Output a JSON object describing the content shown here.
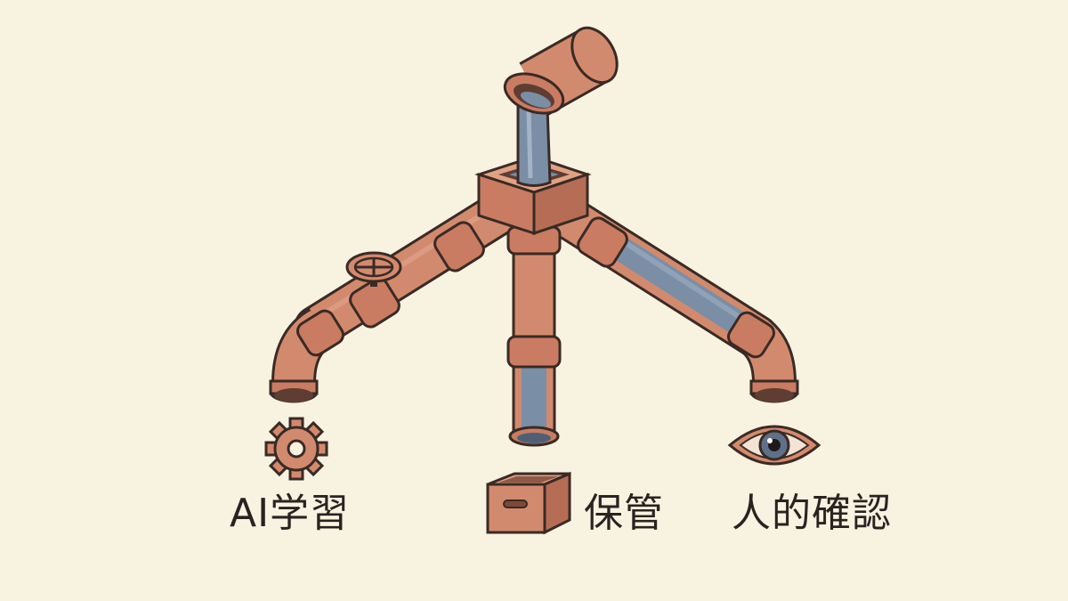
{
  "branches": {
    "ai_learning": {
      "label": "AI学習",
      "icon": "gear-icon"
    },
    "storage": {
      "label": "保管",
      "icon": "box-icon"
    },
    "human_review": {
      "label": "人的確認",
      "icon": "eye-icon"
    }
  },
  "colors": {
    "background": "#f8f2e1",
    "pipe": "#d28a6e",
    "pipe_shadow": "#b46d55",
    "water": "#7a8ea6",
    "outline": "#3a2a24"
  }
}
